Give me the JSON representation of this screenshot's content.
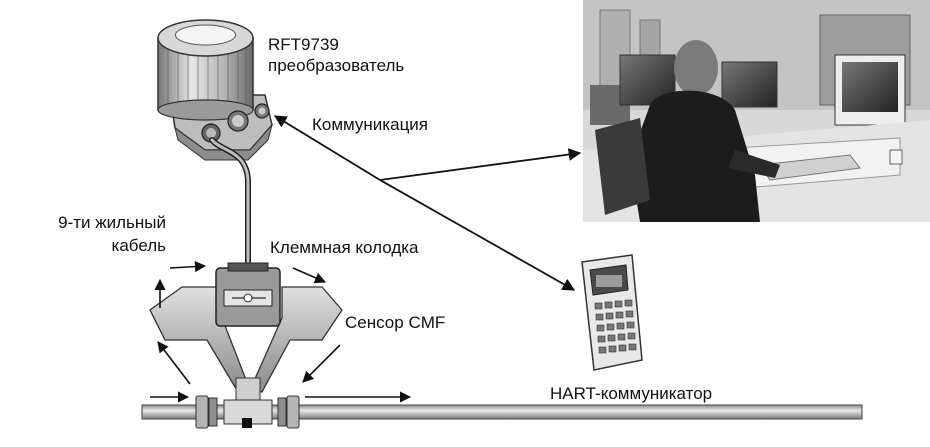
{
  "labels": {
    "transmitter_model": "RFT9739",
    "transmitter_name": "преобразователь",
    "communication": "Коммуникация",
    "cable_line1": "9-ти жильный",
    "cable_line2": "кабель",
    "junction_box": "Клеммная колодка",
    "sensor": "Сенсор CMF",
    "hart": "HART-коммуникатор"
  },
  "colors": {
    "line": "#111111",
    "metal_light": "#cfcfcf",
    "metal_mid": "#9a9a9a",
    "metal_dark": "#555555",
    "pipe": "#b8b8b8"
  }
}
